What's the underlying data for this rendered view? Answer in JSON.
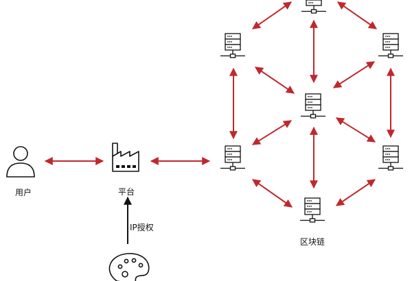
{
  "nodes": {
    "user": {
      "label": "用户",
      "icon": "user-icon"
    },
    "platform": {
      "label": "平台",
      "icon": "factory-icon"
    },
    "blockchain": {
      "label": "区块链",
      "icon": "server-icon"
    },
    "artwork": {
      "icon": "palette-icon"
    }
  },
  "edges": {
    "ip_license": "IP授权"
  },
  "colors": {
    "arrow_red": "#c1272d",
    "arrow_black": "#111111",
    "icon_stroke": "#111111"
  }
}
